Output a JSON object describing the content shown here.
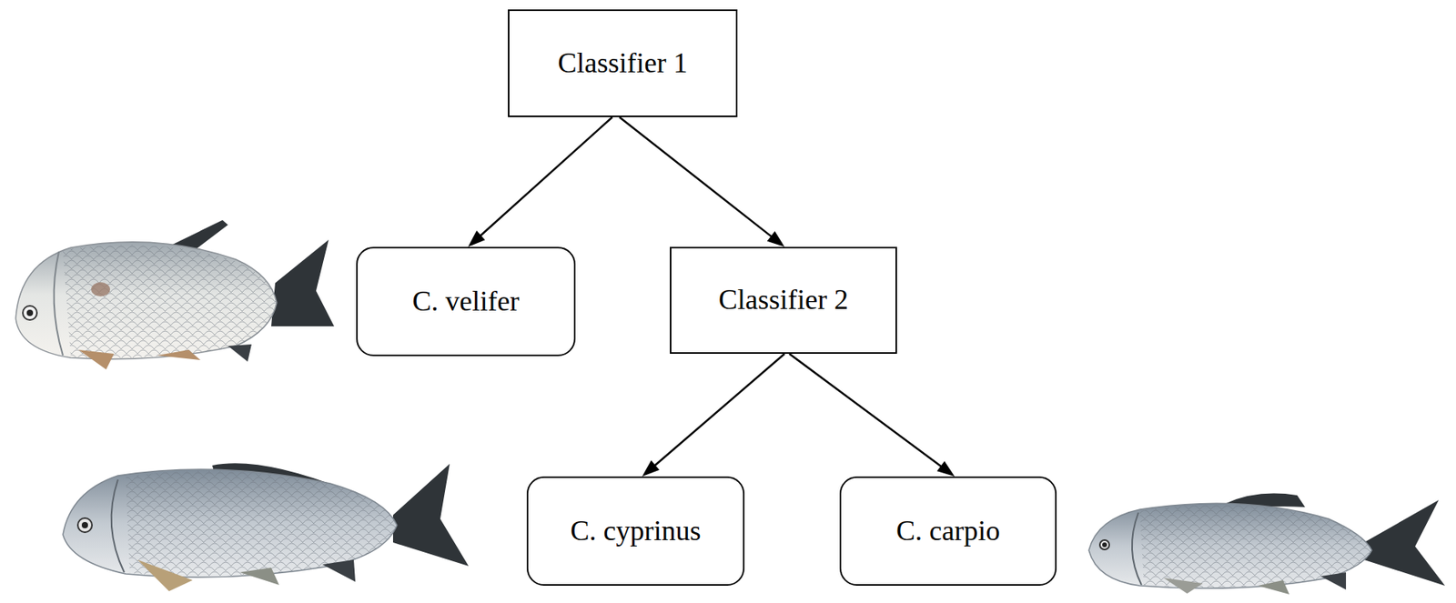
{
  "diagram": {
    "nodes": [
      {
        "text": [
          "Classifier 1"
        ]
      },
      {
        "text": [
          "C. velifer"
        ]
      },
      {
        "text": [
          "Classifier 2"
        ]
      },
      {
        "text": [
          "C. cyprinus"
        ]
      },
      {
        "text": [
          "C. carpio"
        ]
      }
    ],
    "edges": [
      {
        "from": 0,
        "to": 1,
        "arrow": "to"
      },
      {
        "from": 0,
        "to": 2,
        "arrow": "to"
      },
      {
        "from": 2,
        "to": 3,
        "arrow": "to"
      },
      {
        "from": 2,
        "to": 4,
        "arrow": "to"
      }
    ]
  }
}
